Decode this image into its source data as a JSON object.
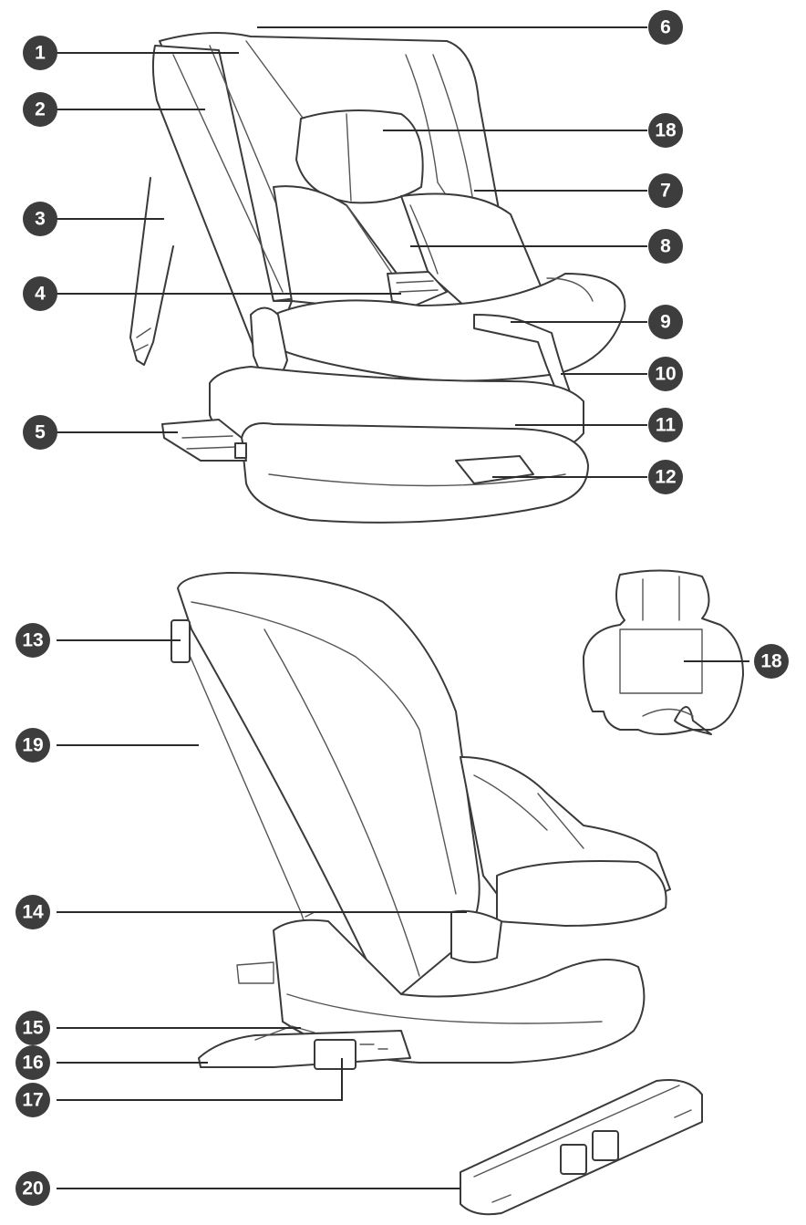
{
  "callouts": [
    {
      "id": "c1",
      "label": "1"
    },
    {
      "id": "c2",
      "label": "2"
    },
    {
      "id": "c3",
      "label": "3"
    },
    {
      "id": "c4",
      "label": "4"
    },
    {
      "id": "c5",
      "label": "5"
    },
    {
      "id": "c6",
      "label": "6"
    },
    {
      "id": "c18a",
      "label": "18"
    },
    {
      "id": "c7",
      "label": "7"
    },
    {
      "id": "c8",
      "label": "8"
    },
    {
      "id": "c9",
      "label": "9"
    },
    {
      "id": "c10",
      "label": "10"
    },
    {
      "id": "c11",
      "label": "11"
    },
    {
      "id": "c12",
      "label": "12"
    },
    {
      "id": "c13",
      "label": "13"
    },
    {
      "id": "c19",
      "label": "19"
    },
    {
      "id": "c18b",
      "label": "18"
    },
    {
      "id": "c14",
      "label": "14"
    },
    {
      "id": "c15",
      "label": "15"
    },
    {
      "id": "c16",
      "label": "16"
    },
    {
      "id": "c17",
      "label": "17"
    },
    {
      "id": "c20",
      "label": "20"
    }
  ],
  "colors": {
    "badge": "#3d3d3d",
    "badge_text": "#ffffff",
    "line": "#3a3a3a",
    "accent_green": "#2e9e4f"
  }
}
